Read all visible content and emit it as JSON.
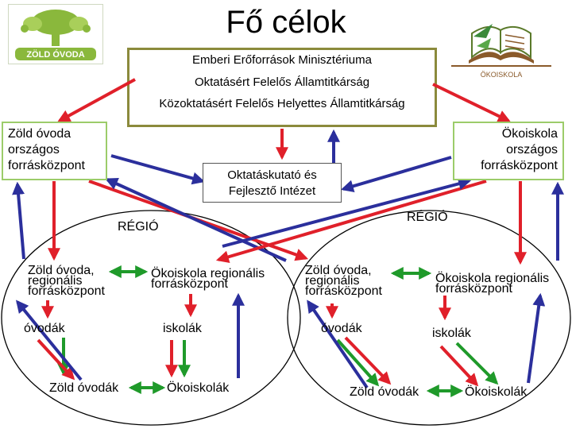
{
  "title": "Fő célok",
  "logos": {
    "left": {
      "text": "ZÖLD ÓVODA",
      "color": "#8ab83c"
    },
    "right": {
      "text": "ÖKOISKOLA",
      "color": "#8a5a2a"
    }
  },
  "ministry": {
    "line1": "Emberi Erőforrások Minisztériuma",
    "line2": "Oktatásért Felelős Államtitkárság",
    "line3": "Közoktatásért Felelős Helyettes Államtitkárság"
  },
  "left_center": {
    "line1": "Zöld óvoda",
    "line2": "országos",
    "line3": "forrásközpont"
  },
  "right_center": {
    "line1": "Ökoiskola",
    "line2": "országos",
    "line3": "forrásközpont"
  },
  "institute": {
    "line1": "Oktatáskutató és",
    "line2": "Fejlesztő Intézet"
  },
  "left_region": {
    "label": "RÉGIÓ",
    "kinder_center": {
      "line1": "Zöld óvoda,",
      "line2": "regionális",
      "line3": "forrásközpont"
    },
    "school_center": {
      "line1": "Ökoiskola regionális",
      "line2": "forrásközpont"
    },
    "kindergartens": "óvodák",
    "schools": "iskolák",
    "green_kindergartens": "Zöld óvodák",
    "eco_schools": "Ökoiskolák"
  },
  "right_region": {
    "label": "RÉGIÓ",
    "kinder_center": {
      "line1": "Zöld óvoda,",
      "line2": "regionális",
      "line3": "forrásközpont"
    },
    "school_center": {
      "line1": "Ökoiskola regionális",
      "line2": "forrásközpont"
    },
    "kindergartens": "óvodák",
    "schools": "iskolák",
    "green_kindergartens": "Zöld óvodák",
    "eco_schools": "Ökoiskolák"
  },
  "colors": {
    "red": "#e0202a",
    "blue": "#2b2f9c",
    "green": "#1f9a2a",
    "box_border": "#8b8a3c",
    "green_border": "#9ccc6a"
  }
}
